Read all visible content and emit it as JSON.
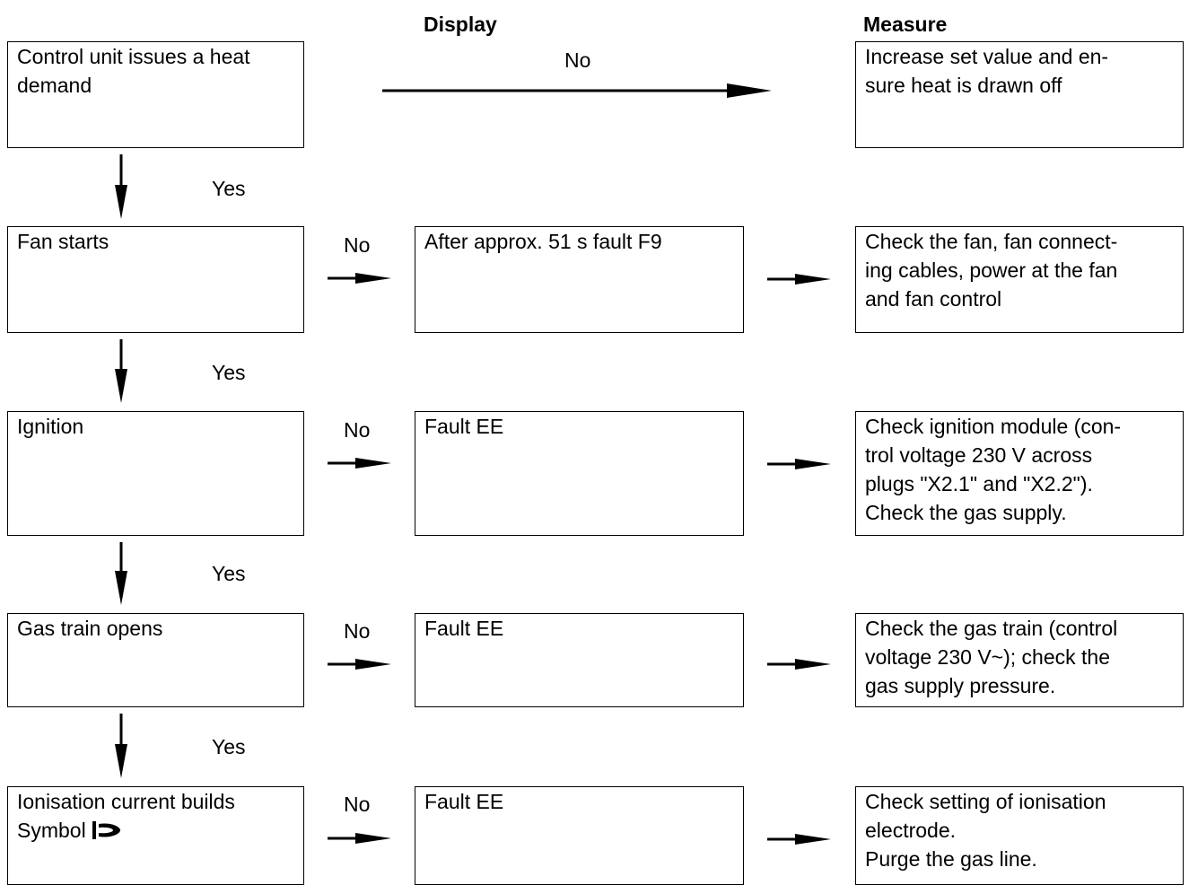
{
  "headers": {
    "display": "Display",
    "measure": "Measure"
  },
  "steps": [
    {
      "condition": "Control unit issues a heat demand",
      "no_label": "No",
      "display": "",
      "measure": "Increase set value and en-\nsure heat is drawn off",
      "yes_label": "Yes"
    },
    {
      "condition": "Fan starts",
      "no_label": "No",
      "display": "After approx. 51 s fault F9",
      "measure": "Check the fan, fan connect-\ning cables, power at the fan\nand fan control",
      "yes_label": "Yes"
    },
    {
      "condition": "Ignition",
      "no_label": "No",
      "display": "Fault EE",
      "measure": "Check ignition module (con-\ntrol voltage 230 V across\nplugs \"X2.1\" and \"X2.2\").\nCheck the gas supply.",
      "yes_label": "Yes"
    },
    {
      "condition": "Gas train opens",
      "no_label": "No",
      "display": "Fault EE",
      "measure": "Check the gas train (control\nvoltage 230 V~); check the\ngas supply pressure.",
      "yes_label": "Yes"
    },
    {
      "condition": "Ionisation current builds",
      "condition_line2": "Symbol",
      "condition_icon": "flame-symbol-icon",
      "no_label": "No",
      "display": "Fault EE",
      "measure": "Check setting of ionisation\nelectrode.\nPurge the gas line."
    }
  ]
}
